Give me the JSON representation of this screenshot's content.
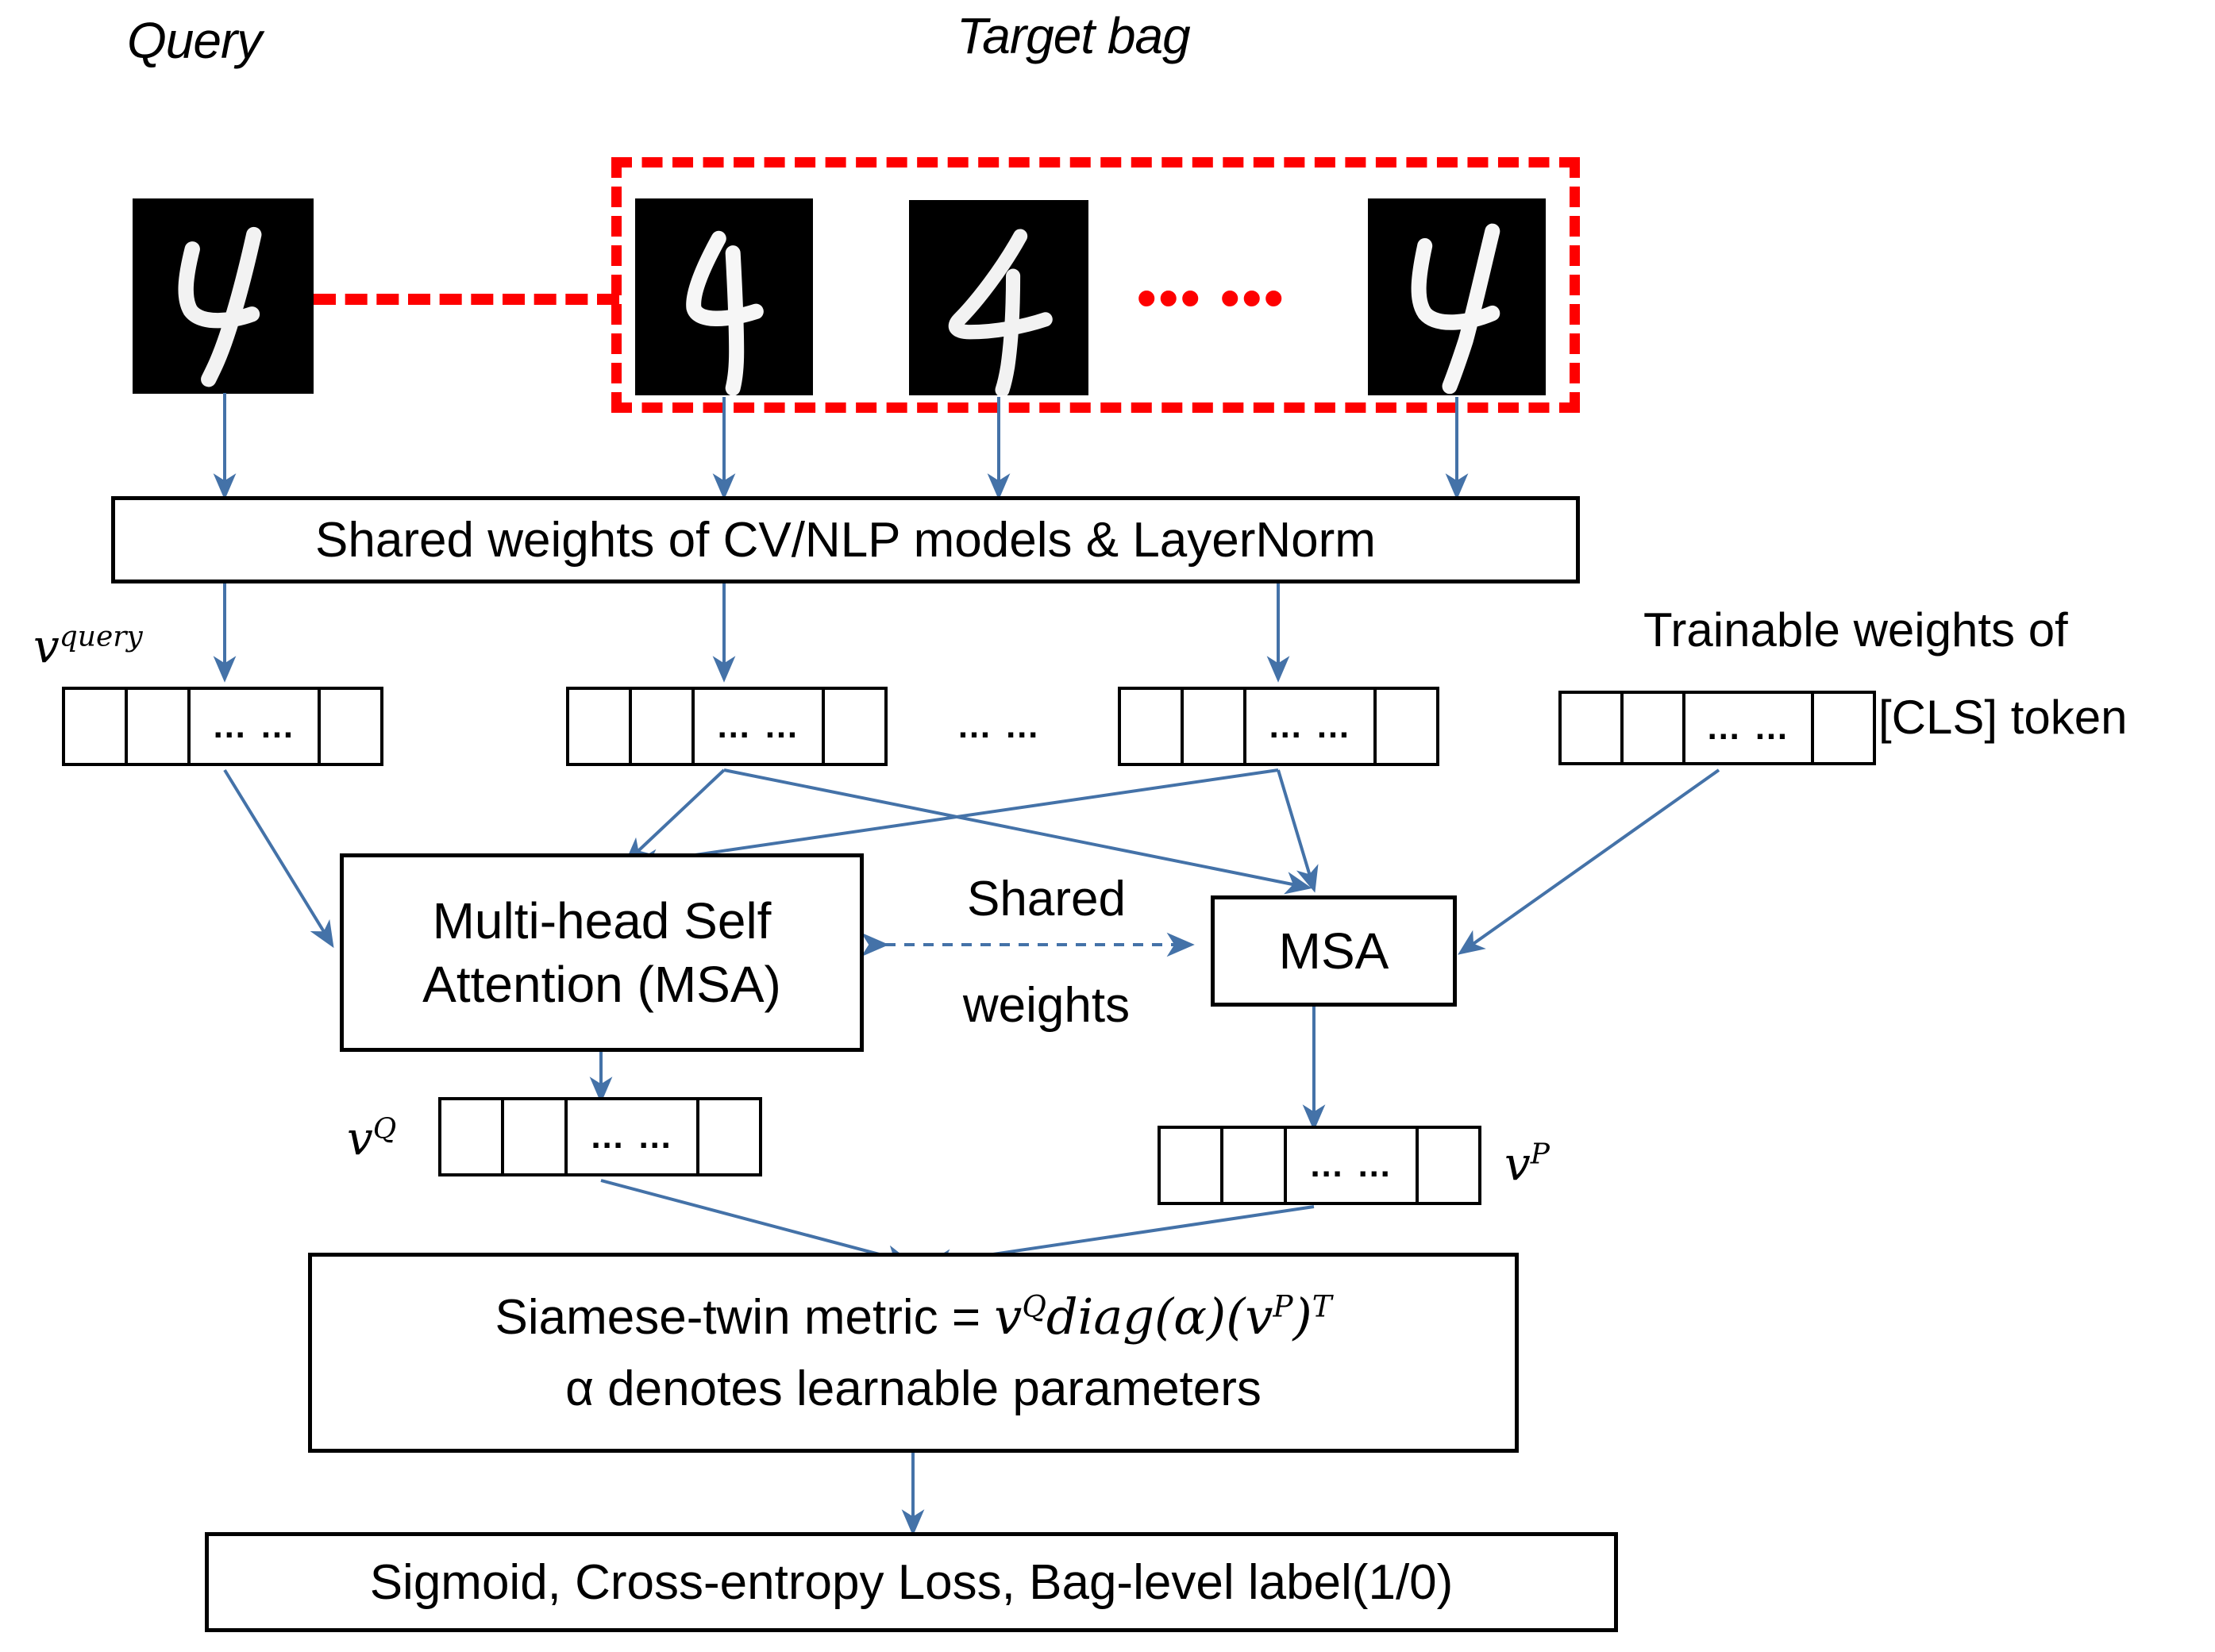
{
  "diagram": {
    "title_query": "Query",
    "title_target_bag": "Target bag",
    "encoder_box": "Shared weights of CV/NLP models & LayerNorm",
    "msa_left_line1": "Multi-head Self",
    "msa_left_line2": "Attention (MSA)",
    "msa_right": "MSA",
    "shared_weights_line1": "Shared",
    "shared_weights_line2": "weights",
    "trainable_weights_line1": "Trainable weights of",
    "trainable_weights_line2": "[CLS] token",
    "metric_line1_prefix": "Siamese-twin metric = ",
    "metric_line1_math": "v^Q diag(α)(v^P)^T",
    "metric_line2": "α denotes learnable parameters",
    "loss_box": "Sigmoid, Cross-entropy Loss, Bag-level label(1/0)",
    "ellipsis_red": "•••  •••",
    "ellipsis_black": "… …",
    "v_query_base": "v",
    "v_query_sup": "query",
    "vQ_base": "v",
    "vQ_sup": "Q",
    "vP_base": "v",
    "vP_sup": "P"
  },
  "digits": [
    {
      "name": "query-digit",
      "glyph": "4"
    },
    {
      "name": "bag-digit-1",
      "glyph": "4"
    },
    {
      "name": "bag-digit-2",
      "glyph": "4"
    },
    {
      "name": "bag-digit-3",
      "glyph": "4"
    }
  ],
  "vectors": [
    {
      "name": "vector-query",
      "label": "v-query"
    },
    {
      "name": "vector-bag-1",
      "label": ""
    },
    {
      "name": "vector-bag-n",
      "label": ""
    },
    {
      "name": "vector-cls",
      "label": "[CLS]"
    },
    {
      "name": "vector-vQ",
      "label": "vQ"
    },
    {
      "name": "vector-vP",
      "label": "vP"
    }
  ],
  "colors": {
    "bag_red": "#fe0000",
    "arrow_blue": "#4472a8",
    "box_black": "#000000",
    "tile_black": "#000000",
    "page_bg": "#ffffff"
  }
}
